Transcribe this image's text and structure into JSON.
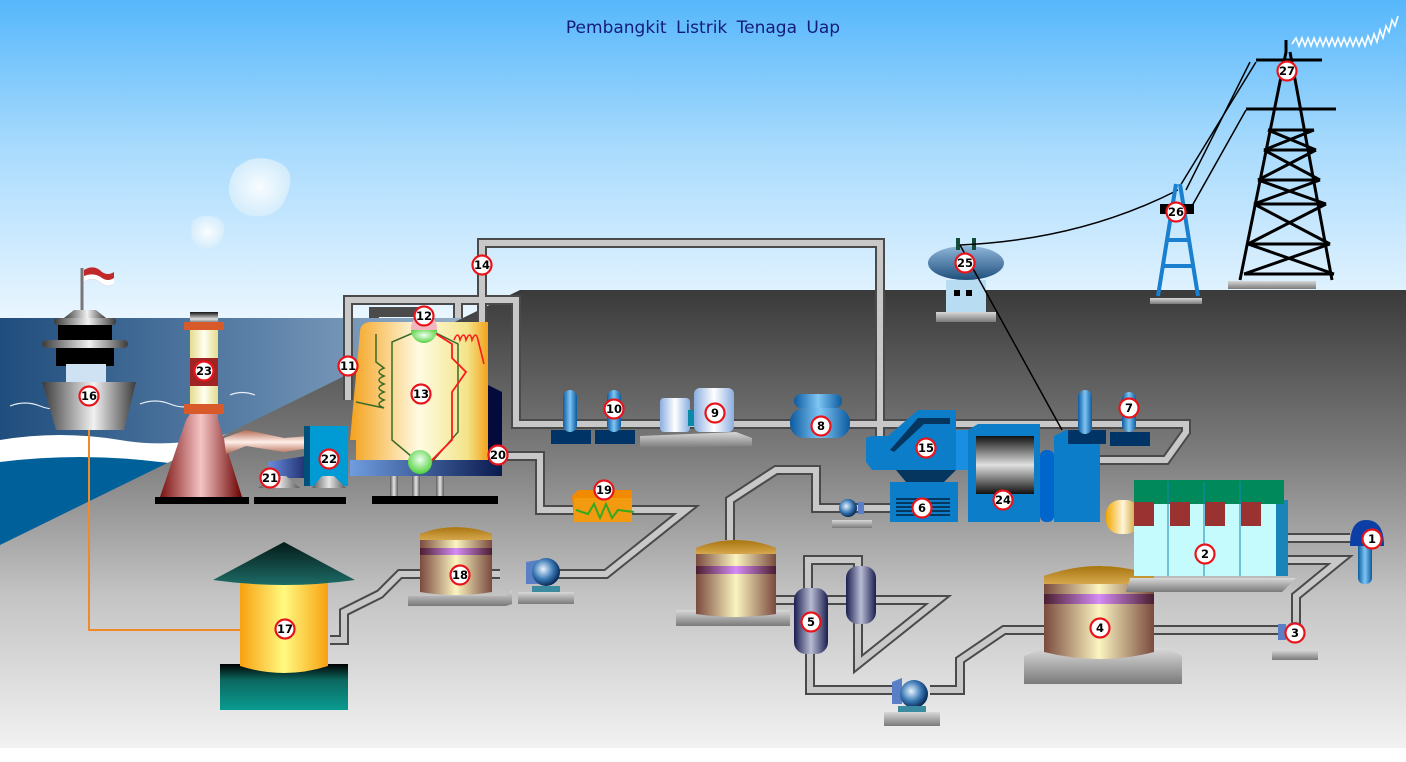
{
  "title": "Pembangkit  Listrik  Tenaga Uap",
  "colors": {
    "sky_top": "#56b7fb",
    "sky_bottom": "#eaf6fe",
    "sea": "#2e5a8a",
    "ground_dark": "#3a3a3a",
    "ground_light": "#f4f4f4",
    "badge_ring": "#e8141b",
    "turbine_blue": "#0c7ec9",
    "pipe": "#9a9a9a",
    "coal_line": "#f08a28"
  },
  "components": [
    {
      "number": "1",
      "name": "cooling-water-intake"
    },
    {
      "number": "2",
      "name": "condenser"
    },
    {
      "number": "3",
      "name": "condensate-pump"
    },
    {
      "number": "4",
      "name": "condensate-tank"
    },
    {
      "number": "5",
      "name": "low-pressure-heater"
    },
    {
      "number": "6",
      "name": "feed-pump-motor"
    },
    {
      "number": "7",
      "name": "lp-valve"
    },
    {
      "number": "8",
      "name": "intermediate-turbine"
    },
    {
      "number": "9",
      "name": "high-pressure-turbine"
    },
    {
      "number": "10",
      "name": "steam-valve"
    },
    {
      "number": "11",
      "name": "reheater"
    },
    {
      "number": "12",
      "name": "steam-drum"
    },
    {
      "number": "13",
      "name": "boiler"
    },
    {
      "number": "14",
      "name": "main-steam-pipe"
    },
    {
      "number": "15",
      "name": "low-pressure-turbine"
    },
    {
      "number": "16",
      "name": "coal-ship"
    },
    {
      "number": "17",
      "name": "coal-silo"
    },
    {
      "number": "18",
      "name": "feed-water-tank"
    },
    {
      "number": "19",
      "name": "economizer"
    },
    {
      "number": "20",
      "name": "water-wall-inlet"
    },
    {
      "number": "21",
      "name": "ash-hopper"
    },
    {
      "number": "22",
      "name": "precipitator"
    },
    {
      "number": "23",
      "name": "chimney"
    },
    {
      "number": "24",
      "name": "generator"
    },
    {
      "number": "25",
      "name": "transformer"
    },
    {
      "number": "26",
      "name": "switchyard-pole"
    },
    {
      "number": "27",
      "name": "transmission-tower"
    }
  ]
}
